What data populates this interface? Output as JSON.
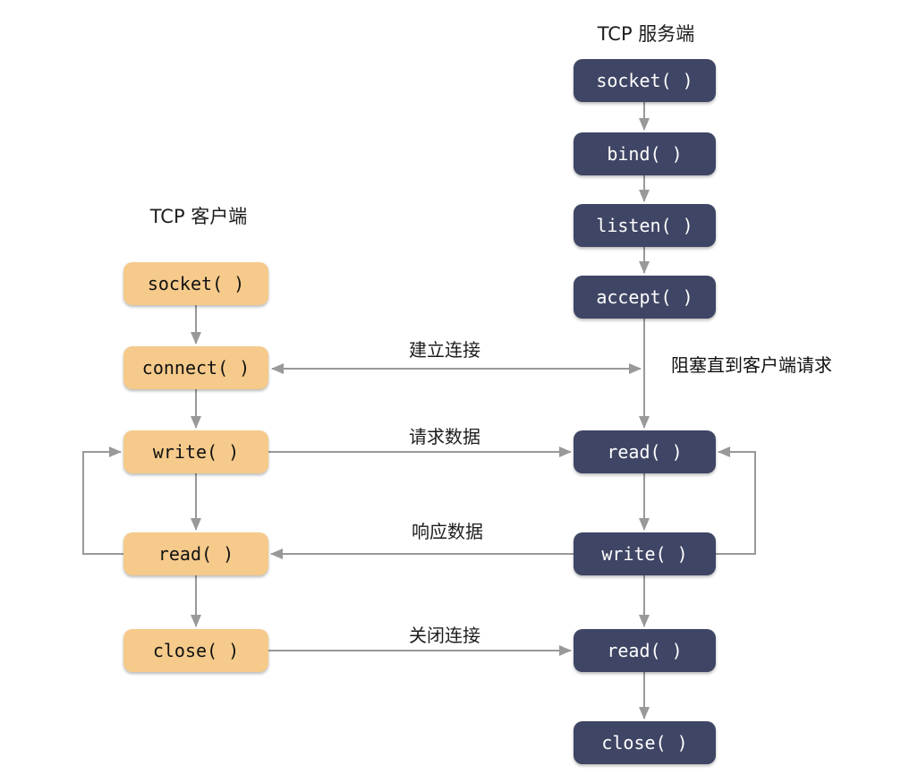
{
  "server": {
    "title": "TCP 服务端",
    "boxes": [
      "socket( )",
      "bind( )",
      "listen( )",
      "accept( )",
      "read( )",
      "write( )",
      "read( )",
      "close( )"
    ]
  },
  "client": {
    "title": "TCP 客户端",
    "boxes": [
      "socket( )",
      "connect( )",
      "write( )",
      "read( )",
      "close( )"
    ]
  },
  "connections": {
    "establish": "建立连接",
    "request": "请求数据",
    "response": "响应数据",
    "close": "关闭连接"
  },
  "annotation": {
    "block_text": "阻塞直到客户端请求"
  },
  "colors": {
    "server_box": "#3F4564",
    "server_box_text": "#FFFFFF",
    "client_box": "#F5CA8B",
    "client_box_text": "#111111",
    "arrow": "#999999",
    "background": "#FFFFFF",
    "label_text": "#1D1D1F"
  }
}
